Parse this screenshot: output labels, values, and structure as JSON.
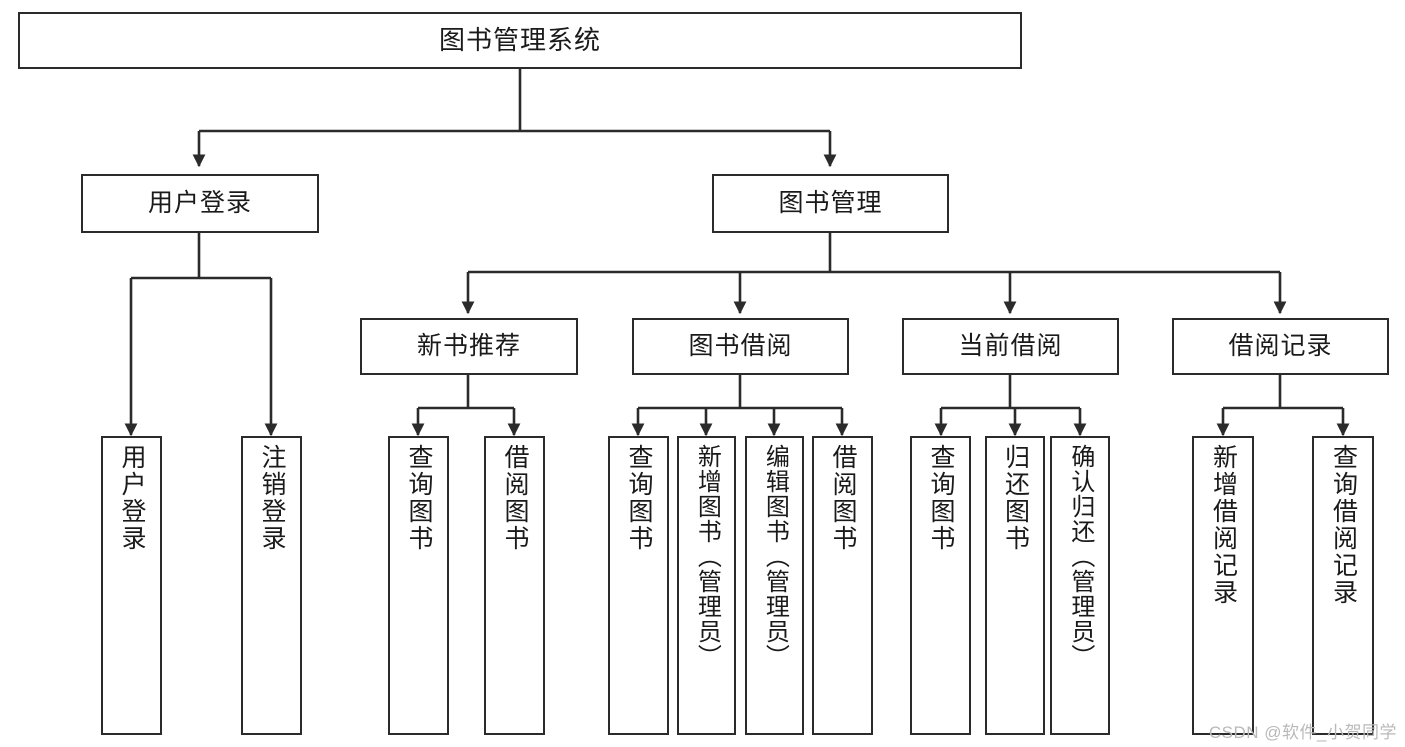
{
  "diagram": {
    "title": "图书管理系统",
    "type": "tree",
    "watermark": "CSDN @软件_小贺同学",
    "colors": {
      "stroke": "#2b2b2b",
      "fill": "#ffffff",
      "text": "#1a1a1a",
      "watermark": "#b9b9b9"
    },
    "root": {
      "label": "图书管理系统"
    },
    "level2": [
      {
        "label": "用户登录"
      },
      {
        "label": "图书管理"
      }
    ],
    "level3": [
      {
        "label": "新书推荐"
      },
      {
        "label": "图书借阅"
      },
      {
        "label": "当前借阅"
      },
      {
        "label": "借阅记录"
      }
    ],
    "leaves": {
      "user_login": [
        {
          "label": "用户登录"
        },
        {
          "label": "注销登录"
        }
      ],
      "new_book_recommend": [
        {
          "label": "查询图书"
        },
        {
          "label": "借阅图书"
        }
      ],
      "book_borrow": [
        {
          "label": "查询图书"
        },
        {
          "label": "新增图书（管理员）"
        },
        {
          "label": "编辑图书（管理员）"
        },
        {
          "label": "借阅图书"
        }
      ],
      "current_borrow": [
        {
          "label": "查询图书"
        },
        {
          "label": "归还图书"
        },
        {
          "label": "确认归还（管理员）"
        }
      ],
      "borrow_record": [
        {
          "label": "新增借阅记录"
        },
        {
          "label": "查询借阅记录"
        }
      ]
    }
  }
}
